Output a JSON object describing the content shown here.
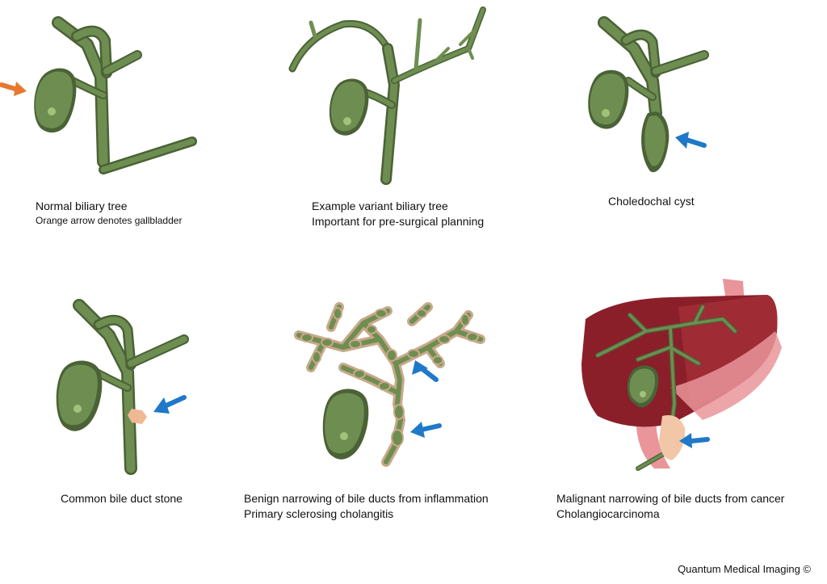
{
  "colors": {
    "duct": "#6e8e51",
    "duct_dark": "#4a6236",
    "duct_spot": "#a2c27a",
    "orange_arrow": "#e8782e",
    "blue_arrow": "#1f78c8",
    "stone": "#f1b894",
    "liver": "#8a1f2a",
    "liver_light": "#e9959a",
    "cyst_border": "#c8a98a"
  },
  "panels": [
    {
      "caption_line1": "Normal biliary tree",
      "caption_line2": "Orange arrow denotes gallbladder",
      "marker": "orange-arrow"
    },
    {
      "caption_line1": "Example variant biliary tree",
      "caption_line2": "Important for pre-surgical planning"
    },
    {
      "caption_line1": "Choledochal cyst",
      "caption_line2": "",
      "marker": "blue-arrow"
    },
    {
      "caption_line1": "Common bile duct stone",
      "caption_line2": "",
      "marker": "blue-arrow"
    },
    {
      "caption_line1": "Benign narrowing of bile ducts from inflammation",
      "caption_line2": "Primary sclerosing cholangitis",
      "marker": "blue-arrow"
    },
    {
      "caption_line1": "Malignant narrowing of bile ducts from cancer",
      "caption_line2": "Cholangiocarcinoma",
      "marker": "blue-arrow"
    }
  ],
  "credit": "Quantum Medical Imaging ©"
}
